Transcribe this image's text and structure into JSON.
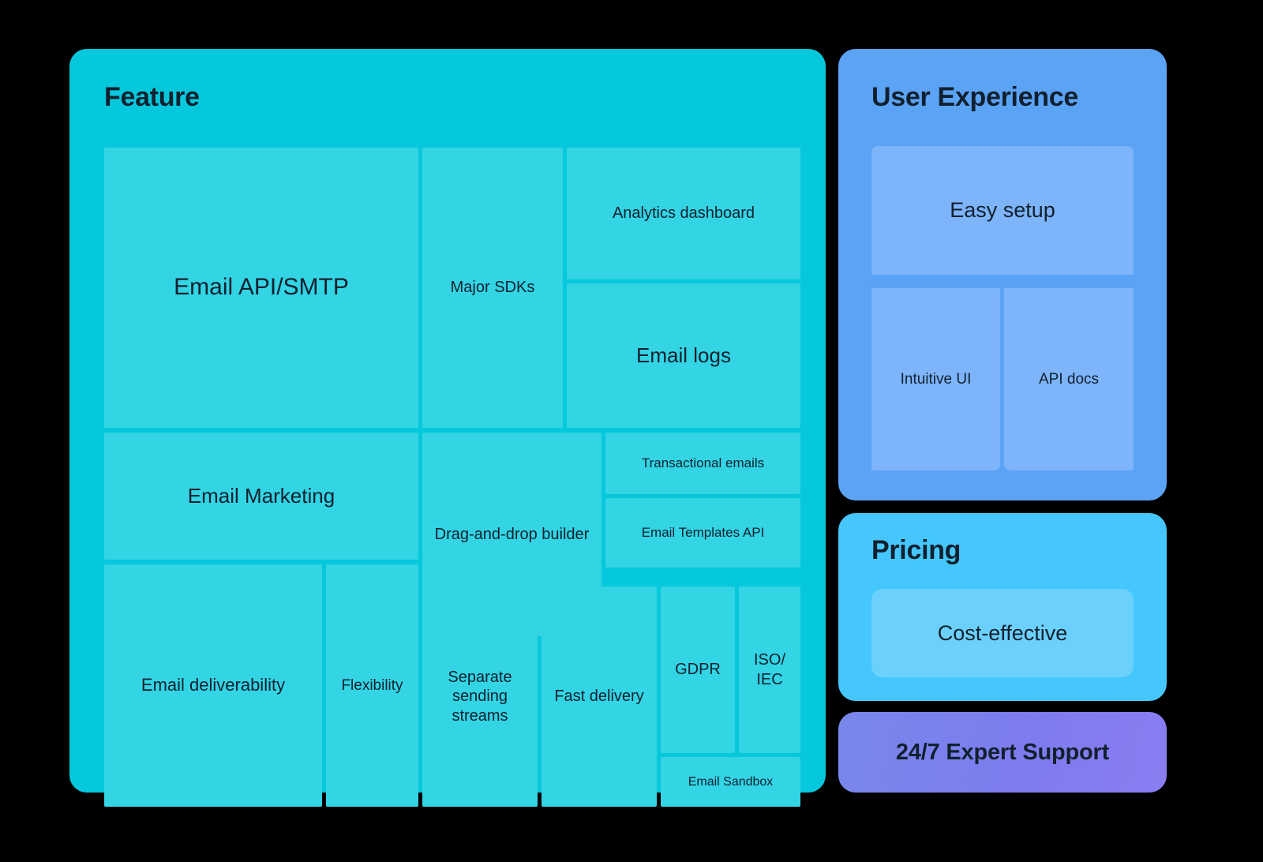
{
  "chart_data": {
    "type": "treemap",
    "title": "Feature / User Experience / Pricing / Support comparison treemap",
    "groups": [
      {
        "name": "Feature",
        "color": "#06c8dc",
        "tile_color": "#33d4e4",
        "items": [
          {
            "label": "Email API/SMTP",
            "weight": 398,
            "row": 1
          },
          {
            "label": "Major SDKs",
            "weight": 178,
            "row": 1
          },
          {
            "label": "Analytics dashboard",
            "weight": 296,
            "row": 1
          },
          {
            "label": "Email logs",
            "weight": 296,
            "row": 1
          },
          {
            "label": "Email Marketing",
            "weight": 398,
            "row": 2
          },
          {
            "label": "Drag-and-drop builder",
            "weight": 227,
            "row": 2
          },
          {
            "label": "Transactional emails",
            "weight": 247,
            "row": 2
          },
          {
            "label": "Email Templates API",
            "weight": 247,
            "row": 2
          },
          {
            "label": "Email deliverability",
            "weight": 276,
            "row": 3
          },
          {
            "label": "Flexibility",
            "weight": 117,
            "row": 3
          },
          {
            "label": "Separate sending streams",
            "weight": 146,
            "row": 3
          },
          {
            "label": "Fast delivery",
            "weight": 146,
            "row": 3
          },
          {
            "label": "GDPR",
            "weight": 94,
            "row": 3
          },
          {
            "label": "ISO/ IEC",
            "weight": 78,
            "row": 3
          },
          {
            "label": "Email Sandbox",
            "weight": 177,
            "row": 3
          }
        ]
      },
      {
        "name": "User Experience",
        "color": "#5ba3f5",
        "tile_color": "#7db4fa",
        "items": [
          {
            "label": "Easy setup",
            "weight": 332
          },
          {
            "label": "Intuitive UI",
            "weight": 163
          },
          {
            "label": "API docs",
            "weight": 164
          }
        ]
      },
      {
        "name": "Pricing",
        "color": "#45c7fd",
        "tile_color": "#6bd0fb",
        "items": [
          {
            "label": "Cost-effective",
            "weight": 332
          }
        ]
      },
      {
        "name": "24/7 Expert Support",
        "color": "#7d7cef",
        "tile_color": "#7d7cef",
        "items": []
      }
    ],
    "legend": "none",
    "grid": false,
    "background": "#000000"
  },
  "feature": {
    "title": "Feature",
    "tiles": {
      "email_api": "Email API/SMTP",
      "major_sdks": "Major SDKs",
      "analytics_dashboard": "Analytics dashboard",
      "email_logs": "Email logs",
      "email_marketing": "Email Marketing",
      "dnd_builder": "Drag-and-drop builder",
      "transactional_emails": "Transactional emails",
      "email_templates_api": "Email Templates API",
      "email_deliverability": "Email deliverability",
      "flexibility": "Flexibility",
      "separate_sending_streams": "Separate sending streams",
      "fast_delivery": "Fast delivery",
      "gdpr": "GDPR",
      "iso_iec": "ISO/ IEC",
      "email_sandbox": "Email Sandbox"
    }
  },
  "user_experience": {
    "title": "User Experience",
    "tiles": {
      "easy_setup": "Easy setup",
      "intuitive_ui": "Intuitive UI",
      "api_docs": "API docs"
    }
  },
  "pricing": {
    "title": "Pricing",
    "tiles": {
      "cost_effective": "Cost-effective"
    }
  },
  "support": {
    "title": "24/7 Expert Support"
  },
  "colors": {
    "background": "#000000",
    "feature_panel": "#06c8dc",
    "feature_tile": "#33d4e4",
    "ux_panel": "#5ba3f5",
    "ux_tile": "#7db4fa",
    "pricing_panel": "#45c7fd",
    "pricing_tile": "#6bd0fb",
    "support_panel": "#7d7cef",
    "text": "#11202e"
  }
}
